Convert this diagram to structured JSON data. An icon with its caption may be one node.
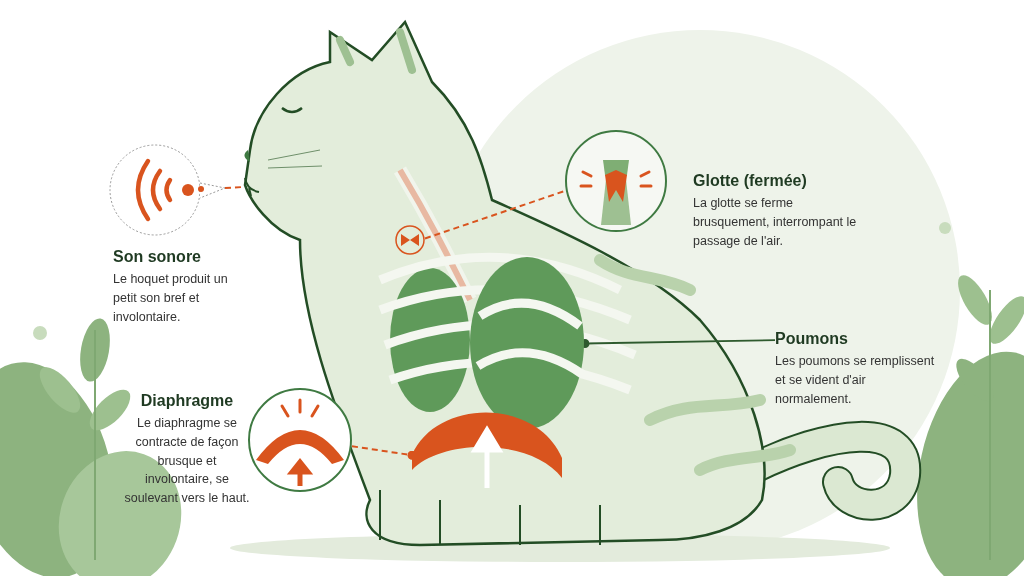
{
  "diagram": {
    "nodes": [
      {
        "text": [],
        "shape": "picture",
        "beside": [
          "Son sonore",
          "Le hoquet produit un petit son bref et involontaire."
        ]
      },
      {
        "text": [],
        "shape": "picture"
      },
      {
        "text": [],
        "shape": "picture"
      },
      {
        "text": [],
        "shape": "picture",
        "beside": [
          "Glotte (fermée)",
          "La glotte se ferme brusquement, interrompant le passage de l'air."
        ]
      },
      {
        "text": [],
        "shape": "picture"
      },
      {
        "text": [
          "Poumons",
          "Les poumons se remplissent et se vident d'air normalement."
        ]
      },
      {
        "text": [],
        "shape": "picture",
        "beside": [
          "Diaphragme",
          "Le diaphragme se contracte de façon brusque et involontaire, se soulevant vers le haut."
        ]
      },
      {
        "text": [],
        "shape": "picture"
      }
    ],
    "edges": [
      {
        "from": 0,
        "to": 1,
        "arrow": "none",
        "style": "dashed"
      },
      {
        "from": 2,
        "to": 3,
        "arrow": "none",
        "style": "dashed"
      },
      {
        "from": 5,
        "to": 4,
        "arrow": "other",
        "color": "#2e5a2e"
      },
      {
        "from": 6,
        "to": 7,
        "arrow": "other",
        "style": "dashed"
      }
    ]
  }
}
